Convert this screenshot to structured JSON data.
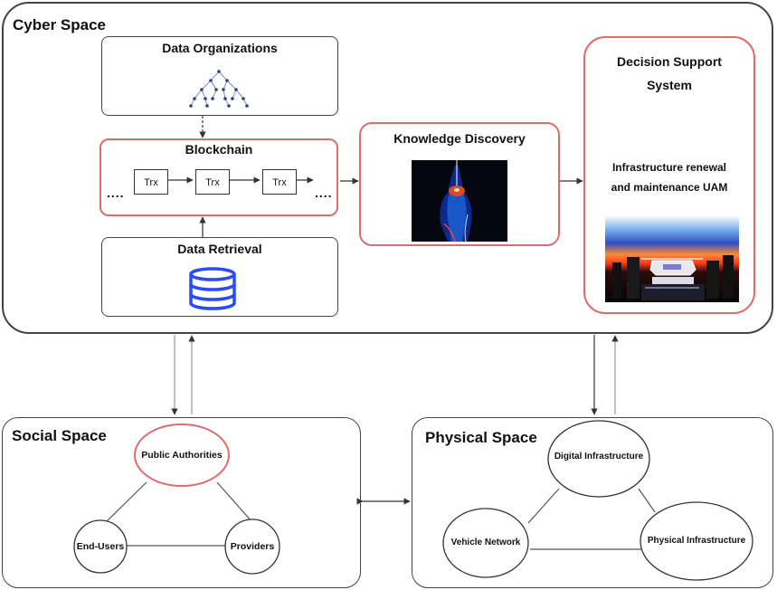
{
  "cyber_space": {
    "title": "Cyber Space",
    "data_organizations": {
      "title": "Data Organizations"
    },
    "blockchain": {
      "title": "Blockchain",
      "trx_label": "Trx",
      "ellipsis": "...."
    },
    "data_retrieval": {
      "title": "Data Retrieval"
    },
    "knowledge_discovery": {
      "title": "Knowledge Discovery"
    },
    "decision_support": {
      "title_line1": "Decision Support",
      "title_line2": "System",
      "subtitle_line1": "Infrastructure renewal",
      "subtitle_line2": "and maintenance UAM"
    }
  },
  "social_space": {
    "title": "Social Space",
    "nodes": {
      "public_authorities": "Public Authorities",
      "end_users": "End-Users",
      "providers": "Providers"
    }
  },
  "physical_space": {
    "title": "Physical Space",
    "nodes": {
      "digital_infrastructure": "Digital  Infrastructure",
      "vehicle_network": "Vehicle  Network",
      "physical_infrastructure": "Physical  Infrastructure"
    }
  },
  "colors": {
    "accent_red": "#e06b6b",
    "border": "#444444",
    "database_blue": "#2a4bff"
  },
  "icons": [
    "tree-graph-icon",
    "database-icon",
    "knowledge-image",
    "uam-city-image"
  ]
}
